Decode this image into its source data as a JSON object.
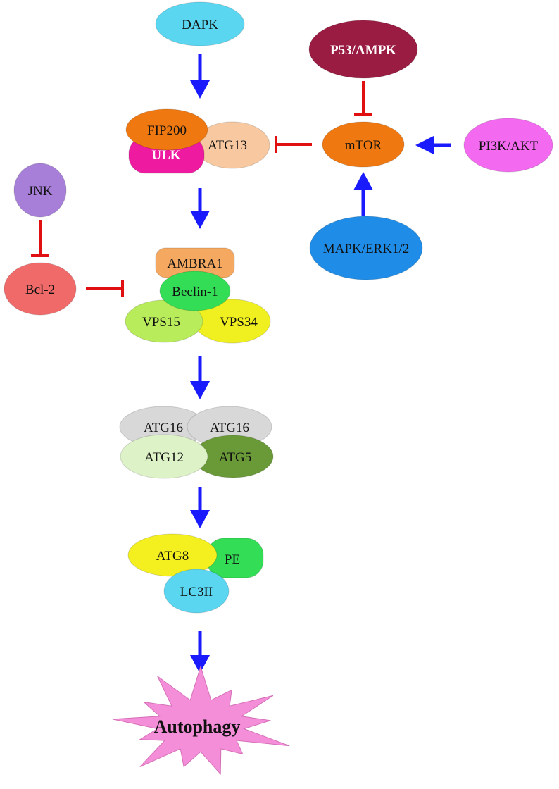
{
  "nodes": {
    "dapk": "DAPK",
    "p53_ampk": "P53/AMPK",
    "fip200": "FIP200",
    "ulk": "ULK",
    "atg13": "ATG13",
    "mtor": "mTOR",
    "pi3k_akt": "PI3K/AKT",
    "jnk": "JNK",
    "bcl2": "Bcl-2",
    "ambra1": "AMBRA1",
    "beclin1": "Beclin-1",
    "vps15": "VPS15",
    "vps34": "VPS34",
    "mapk_erk": "MAPK/ERK1/2",
    "atg16_left": "ATG16",
    "atg16_right": "ATG16",
    "atg12": "ATG12",
    "atg5": "ATG5",
    "atg8": "ATG8",
    "pe": "PE",
    "lc3ii": "LC3II",
    "autophagy": "Autophagy"
  },
  "colors": {
    "activation_arrow": "#1a1aff",
    "inhibition": "#e01010",
    "dapk": "#5ad6f0",
    "p53_ampk": "#9b1c43",
    "fip200": "#f07810",
    "ulk": "#ee1aa0",
    "atg13": "#f8c9a0",
    "mtor": "#f07810",
    "pi3k_akt": "#f36af0",
    "jnk": "#a77fd8",
    "bcl2": "#f06a6a",
    "ambra1": "#f4a860",
    "beclin1": "#33dd55",
    "vps15": "#b8ec5a",
    "vps34": "#f0f020",
    "mapk_erk": "#1f8de8",
    "atg16": "#d8d8d8",
    "atg12": "#def2c8",
    "atg5": "#6a9a38",
    "atg8": "#f4f020",
    "pe": "#33dd55",
    "lc3ii": "#5ad6f0",
    "autophagy": "#f48ed8"
  }
}
